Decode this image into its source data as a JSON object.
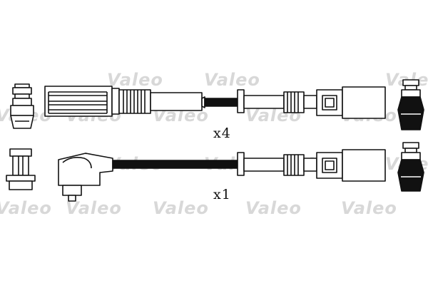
{
  "watermark": {
    "text": "Valeo",
    "color": "#d8d8d8"
  },
  "assemblies": [
    {
      "quantity_label": "x4"
    },
    {
      "quantity_label": "x1"
    }
  ],
  "colors": {
    "line": "#111111",
    "fill": "#ffffff"
  }
}
